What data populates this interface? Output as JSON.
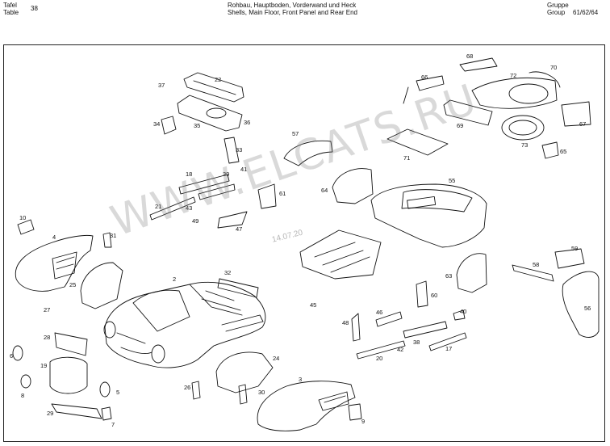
{
  "header": {
    "table_de": "Tafel",
    "table_en": "Table",
    "table_number": "38",
    "title_de": "Rohbau, Hauptboden, Vorderwand und Heck",
    "title_en": "Shells, Main Floor, Front Panel and Rear End",
    "group_de": "Gruppe",
    "group_en": "Group",
    "group_number": "61/62/64"
  },
  "watermark": "WWW.ELCATS.RU",
  "stamp": "14.07.20",
  "parts": [
    {
      "n": "2"
    },
    {
      "n": "3"
    },
    {
      "n": "4"
    },
    {
      "n": "5"
    },
    {
      "n": "6"
    },
    {
      "n": "7"
    },
    {
      "n": "8"
    },
    {
      "n": "9"
    },
    {
      "n": "10"
    },
    {
      "n": "17"
    },
    {
      "n": "18"
    },
    {
      "n": "19"
    },
    {
      "n": "20"
    },
    {
      "n": "21"
    },
    {
      "n": "22"
    },
    {
      "n": "24"
    },
    {
      "n": "25"
    },
    {
      "n": "26"
    },
    {
      "n": "27"
    },
    {
      "n": "28"
    },
    {
      "n": "29"
    },
    {
      "n": "30"
    },
    {
      "n": "31"
    },
    {
      "n": "32"
    },
    {
      "n": "33"
    },
    {
      "n": "34"
    },
    {
      "n": "35"
    },
    {
      "n": "36"
    },
    {
      "n": "37"
    },
    {
      "n": "38"
    },
    {
      "n": "39"
    },
    {
      "n": "40"
    },
    {
      "n": "41"
    },
    {
      "n": "42"
    },
    {
      "n": "43"
    },
    {
      "n": "45"
    },
    {
      "n": "46"
    },
    {
      "n": "47"
    },
    {
      "n": "48"
    },
    {
      "n": "49"
    },
    {
      "n": "55"
    },
    {
      "n": "56"
    },
    {
      "n": "57"
    },
    {
      "n": "58"
    },
    {
      "n": "59"
    },
    {
      "n": "60"
    },
    {
      "n": "61"
    },
    {
      "n": "63"
    },
    {
      "n": "64"
    },
    {
      "n": "65"
    },
    {
      "n": "66"
    },
    {
      "n": "67"
    },
    {
      "n": "68"
    },
    {
      "n": "69"
    },
    {
      "n": "70"
    },
    {
      "n": "71"
    },
    {
      "n": "72"
    },
    {
      "n": "73"
    }
  ]
}
